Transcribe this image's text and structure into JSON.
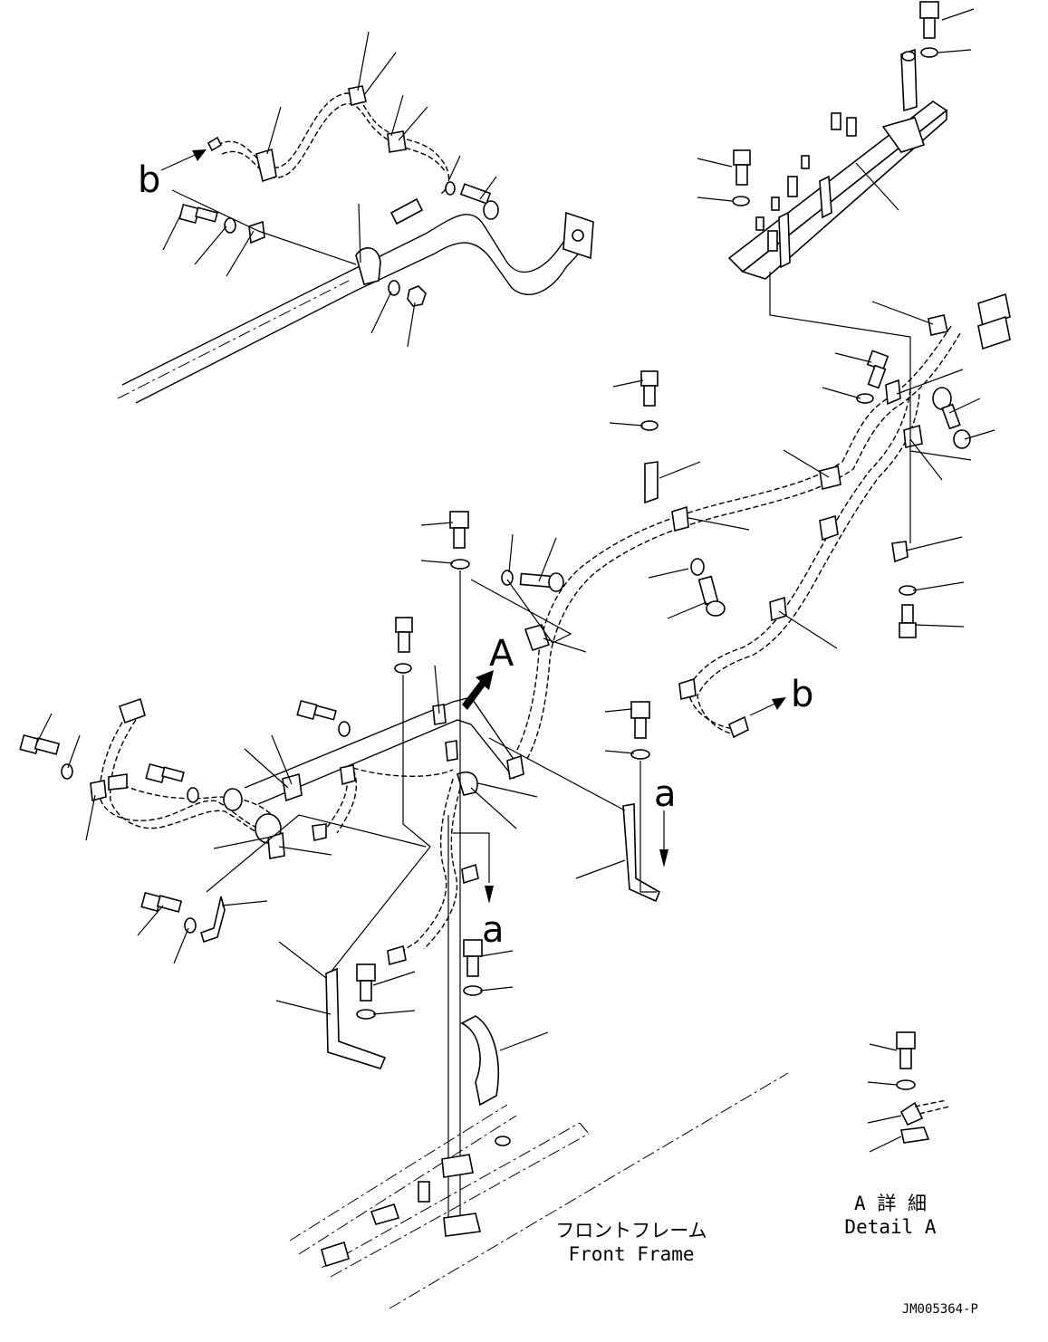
{
  "labels": {
    "view_A": "A",
    "ref_a_upper": "a",
    "ref_a_lower": "a",
    "ref_b_upper": "b",
    "ref_b_lower": "b"
  },
  "captions": {
    "front_frame_jp": "フロントフレーム",
    "front_frame_en": "Front Frame",
    "detail_jp": "A 詳 細",
    "detail_en": "Detail A"
  },
  "document_number": "JM005364-P",
  "icons": [
    "bolt-icon",
    "washer-icon",
    "nut-icon",
    "clamp-icon",
    "bracket-icon",
    "connector-icon",
    "arrow-icon"
  ]
}
